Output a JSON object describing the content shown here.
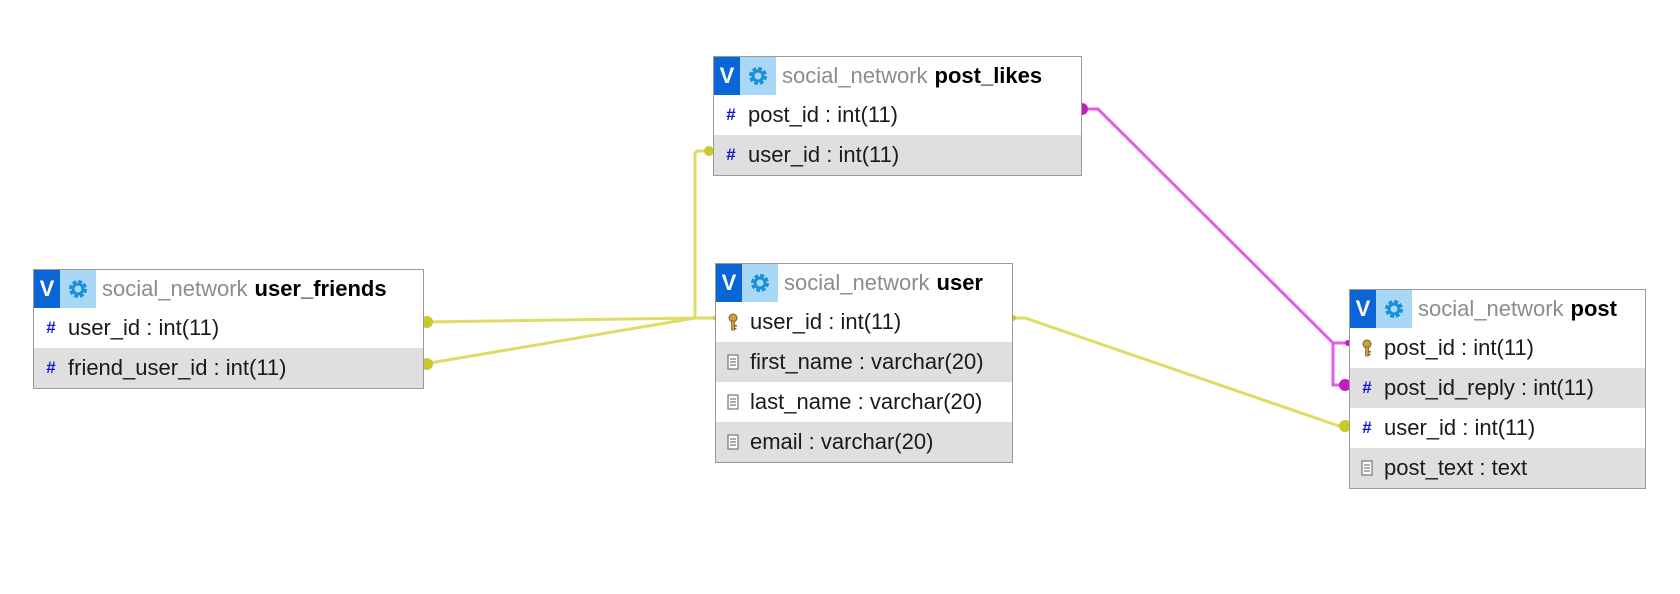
{
  "colors": {
    "fk_user_link": "#dcdc66",
    "self_ref_link": "#e35ee6",
    "fk_user_end": "#c9c92c",
    "self_ref_end": "#c31ac6",
    "v_button": "#0a66d6",
    "gear_button": "#a9d8f6",
    "gear_icon": "#1b8fd8",
    "hash_icon": "#1414d8",
    "key_icon": "#c5a23a",
    "row_alt": "#dfdfdf"
  },
  "icons": {
    "view": "v-icon",
    "options": "gear-icon",
    "numeric_column": "hash-icon",
    "primary_key": "key-icon",
    "text_column": "text-doc-icon"
  },
  "tables": {
    "post_likes": {
      "db": "social_network",
      "name": "post_likes",
      "toggle": "V",
      "columns": [
        {
          "label": "post_id : int(11)",
          "icon": "hash-icon"
        },
        {
          "label": "user_id : int(11)",
          "icon": "hash-icon"
        }
      ]
    },
    "user_friends": {
      "db": "social_network",
      "name": "user_friends",
      "toggle": "V",
      "columns": [
        {
          "label": "user_id : int(11)",
          "icon": "hash-icon"
        },
        {
          "label": "friend_user_id : int(11)",
          "icon": "hash-icon"
        }
      ]
    },
    "user": {
      "db": "social_network",
      "name": "user",
      "toggle": "V",
      "columns": [
        {
          "label": "user_id : int(11)",
          "icon": "key-icon"
        },
        {
          "label": "first_name : varchar(20)",
          "icon": "text-doc-icon"
        },
        {
          "label": "last_name : varchar(20)",
          "icon": "text-doc-icon"
        },
        {
          "label": "email : varchar(20)",
          "icon": "text-doc-icon"
        }
      ]
    },
    "post": {
      "db": "social_network",
      "name": "post",
      "toggle": "V",
      "columns": [
        {
          "label": "post_id : int(11)",
          "icon": "key-icon"
        },
        {
          "label": "post_id_reply : int(11)",
          "icon": "hash-icon"
        },
        {
          "label": "user_id : int(11)",
          "icon": "hash-icon"
        },
        {
          "label": "post_text : text",
          "icon": "text-doc-icon"
        }
      ]
    }
  },
  "relations": [
    {
      "from": "post_likes.user_id",
      "to": "user.user_id"
    },
    {
      "from": "user_friends.user_id",
      "to": "user.user_id"
    },
    {
      "from": "user_friends.friend_user_id",
      "to": "user.user_id"
    },
    {
      "from": "post.user_id",
      "to": "user.user_id"
    },
    {
      "from": "post_likes.post_id",
      "to": "post.post_id"
    },
    {
      "from": "post.post_id_reply",
      "to": "post.post_id"
    }
  ]
}
